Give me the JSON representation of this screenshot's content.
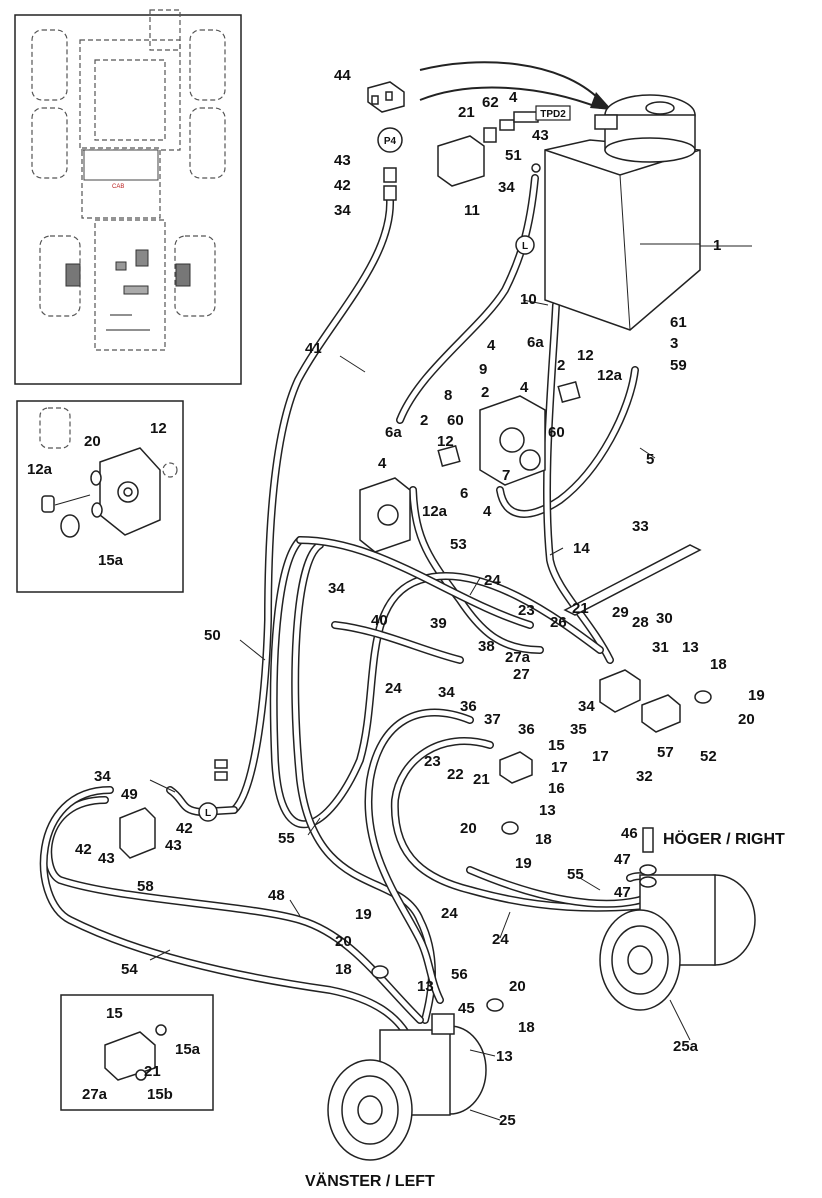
{
  "sides": {
    "right": "HÖGER / RIGHT",
    "left": "VÄNSTER / LEFT"
  },
  "overview": {
    "cab_text": "CAB"
  },
  "tags": {
    "p4": "P4",
    "tpd2": "TPD2",
    "l_upper": "L",
    "l_lower": "L"
  },
  "labels": {
    "main": [
      "44",
      "P4",
      "43",
      "42",
      "34",
      "21",
      "62",
      "4",
      "43",
      "51",
      "34",
      "11",
      "1",
      "10",
      "61",
      "3",
      "59",
      "41",
      "4",
      "6a",
      "2",
      "12",
      "12a",
      "9",
      "2",
      "8",
      "60",
      "4",
      "60",
      "6a",
      "2",
      "12",
      "4",
      "7",
      "6",
      "4",
      "12a",
      "5",
      "53",
      "14",
      "33",
      "24",
      "34",
      "40",
      "39",
      "23",
      "26",
      "21",
      "29",
      "28",
      "30",
      "50",
      "38",
      "27a",
      "27",
      "31",
      "13",
      "18",
      "19",
      "20",
      "34",
      "36",
      "37",
      "36",
      "35",
      "34",
      "24",
      "57",
      "52",
      "23",
      "22",
      "21",
      "15",
      "17",
      "16",
      "13",
      "17",
      "32",
      "34",
      "49",
      "42",
      "43",
      "42",
      "43",
      "58",
      "55",
      "20",
      "18",
      "19",
      "46",
      "47",
      "47",
      "55",
      "48",
      "24",
      "24",
      "19",
      "20",
      "18",
      "54",
      "13",
      "56",
      "20",
      "18",
      "45",
      "13",
      "25a",
      "25"
    ],
    "inset_top_left": [
      "12",
      "20",
      "12a",
      "15a"
    ],
    "inset_bottom_left": [
      "15",
      "21",
      "15a",
      "27a",
      "15b"
    ]
  }
}
